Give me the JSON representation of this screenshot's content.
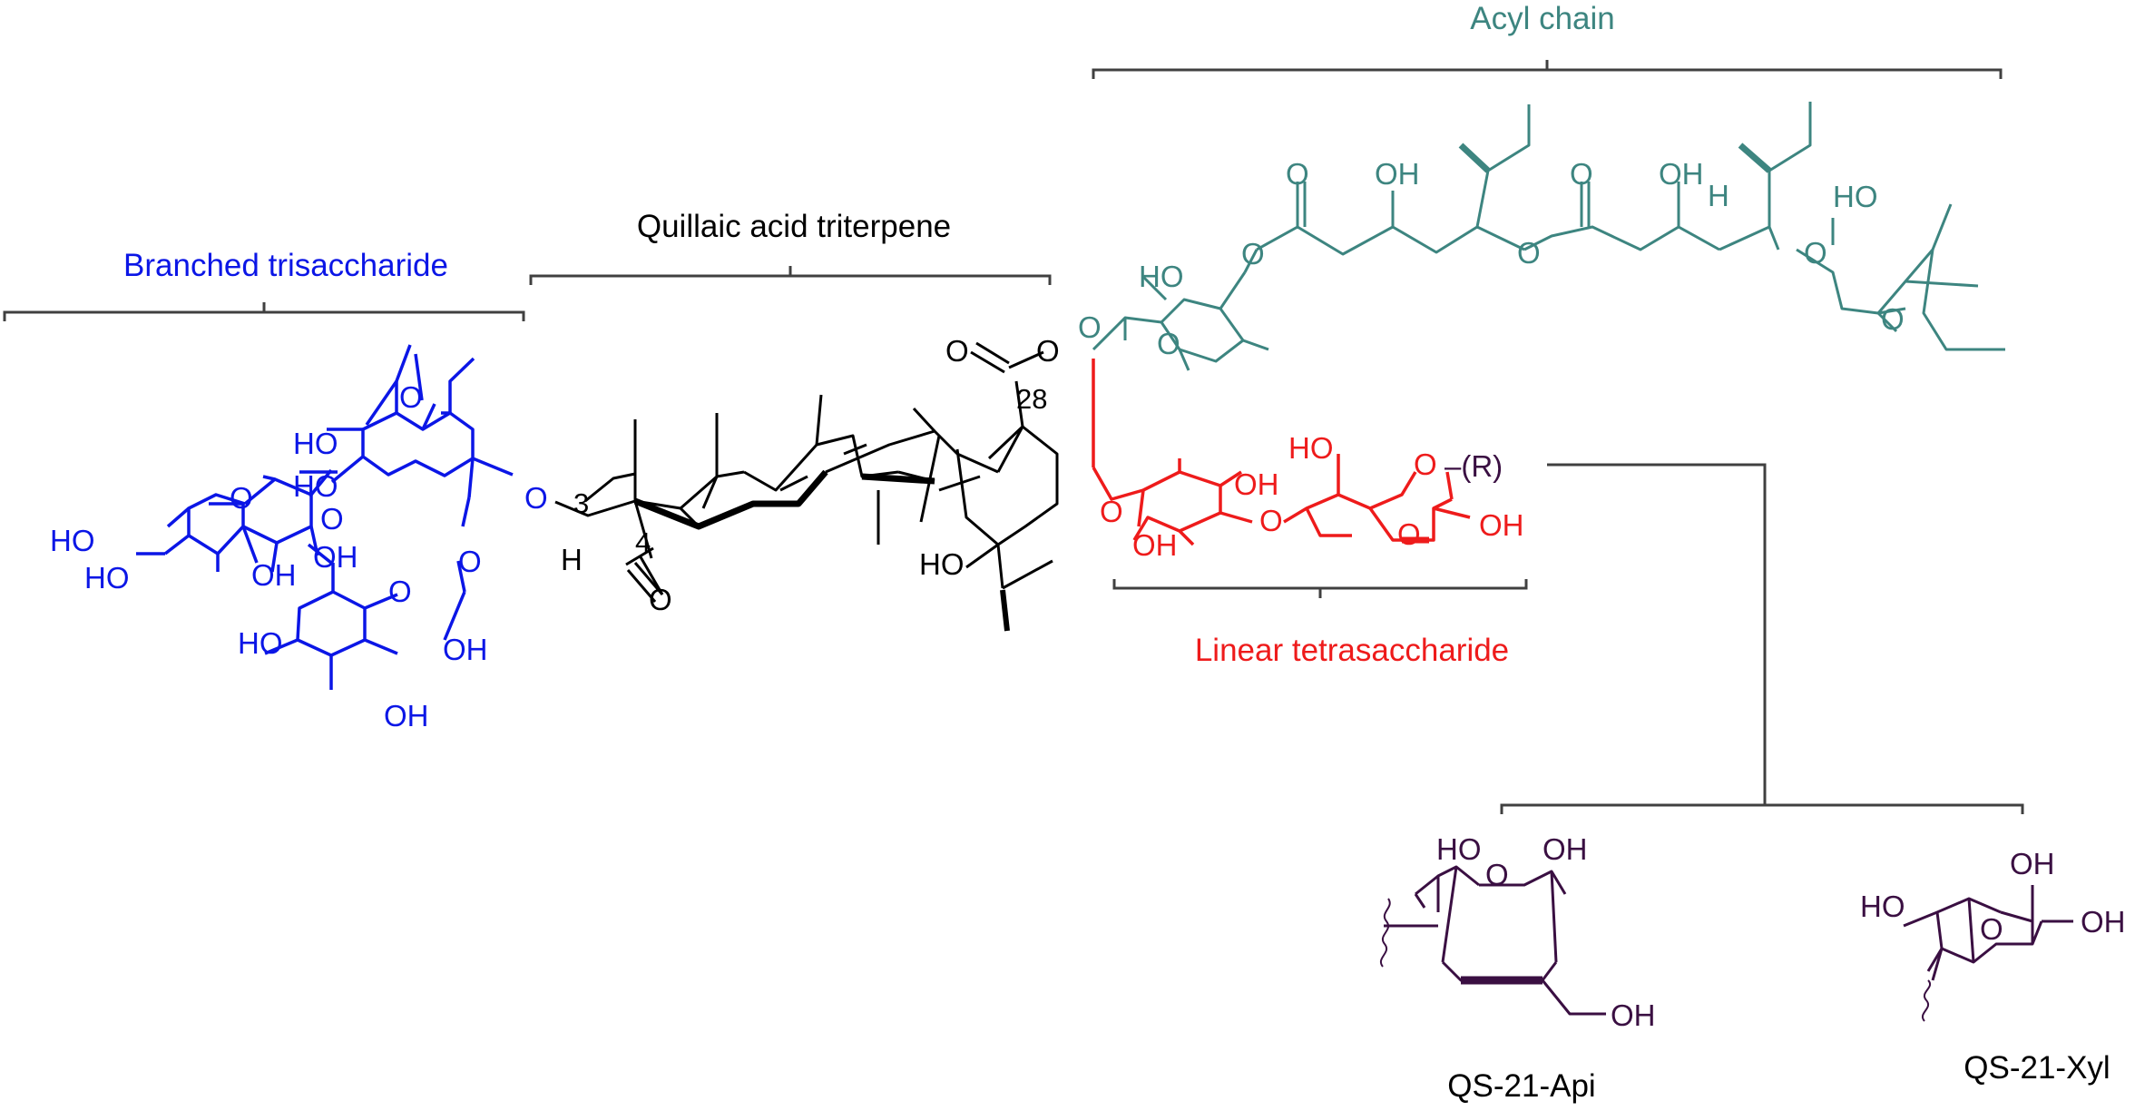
{
  "colors": {
    "blue": "#0b16e6",
    "black": "#000000",
    "teal": "#3d8580",
    "red": "#ee1b1b",
    "purple": "#3a0f42"
  },
  "labels": {
    "branched": "Branched trisaccharide",
    "quillaic": "Quillaic acid triterpene",
    "acyl": "Acyl chain",
    "linear": "Linear tetrasaccharide",
    "api": "QS-21-Api",
    "xyl": "QS-21-Xyl"
  },
  "atoms": {
    "O": "O",
    "OH": "OH",
    "HO": "HO",
    "H": "H",
    "R": "–(R)",
    "n3": "3",
    "n4": "4",
    "n28": "28"
  }
}
